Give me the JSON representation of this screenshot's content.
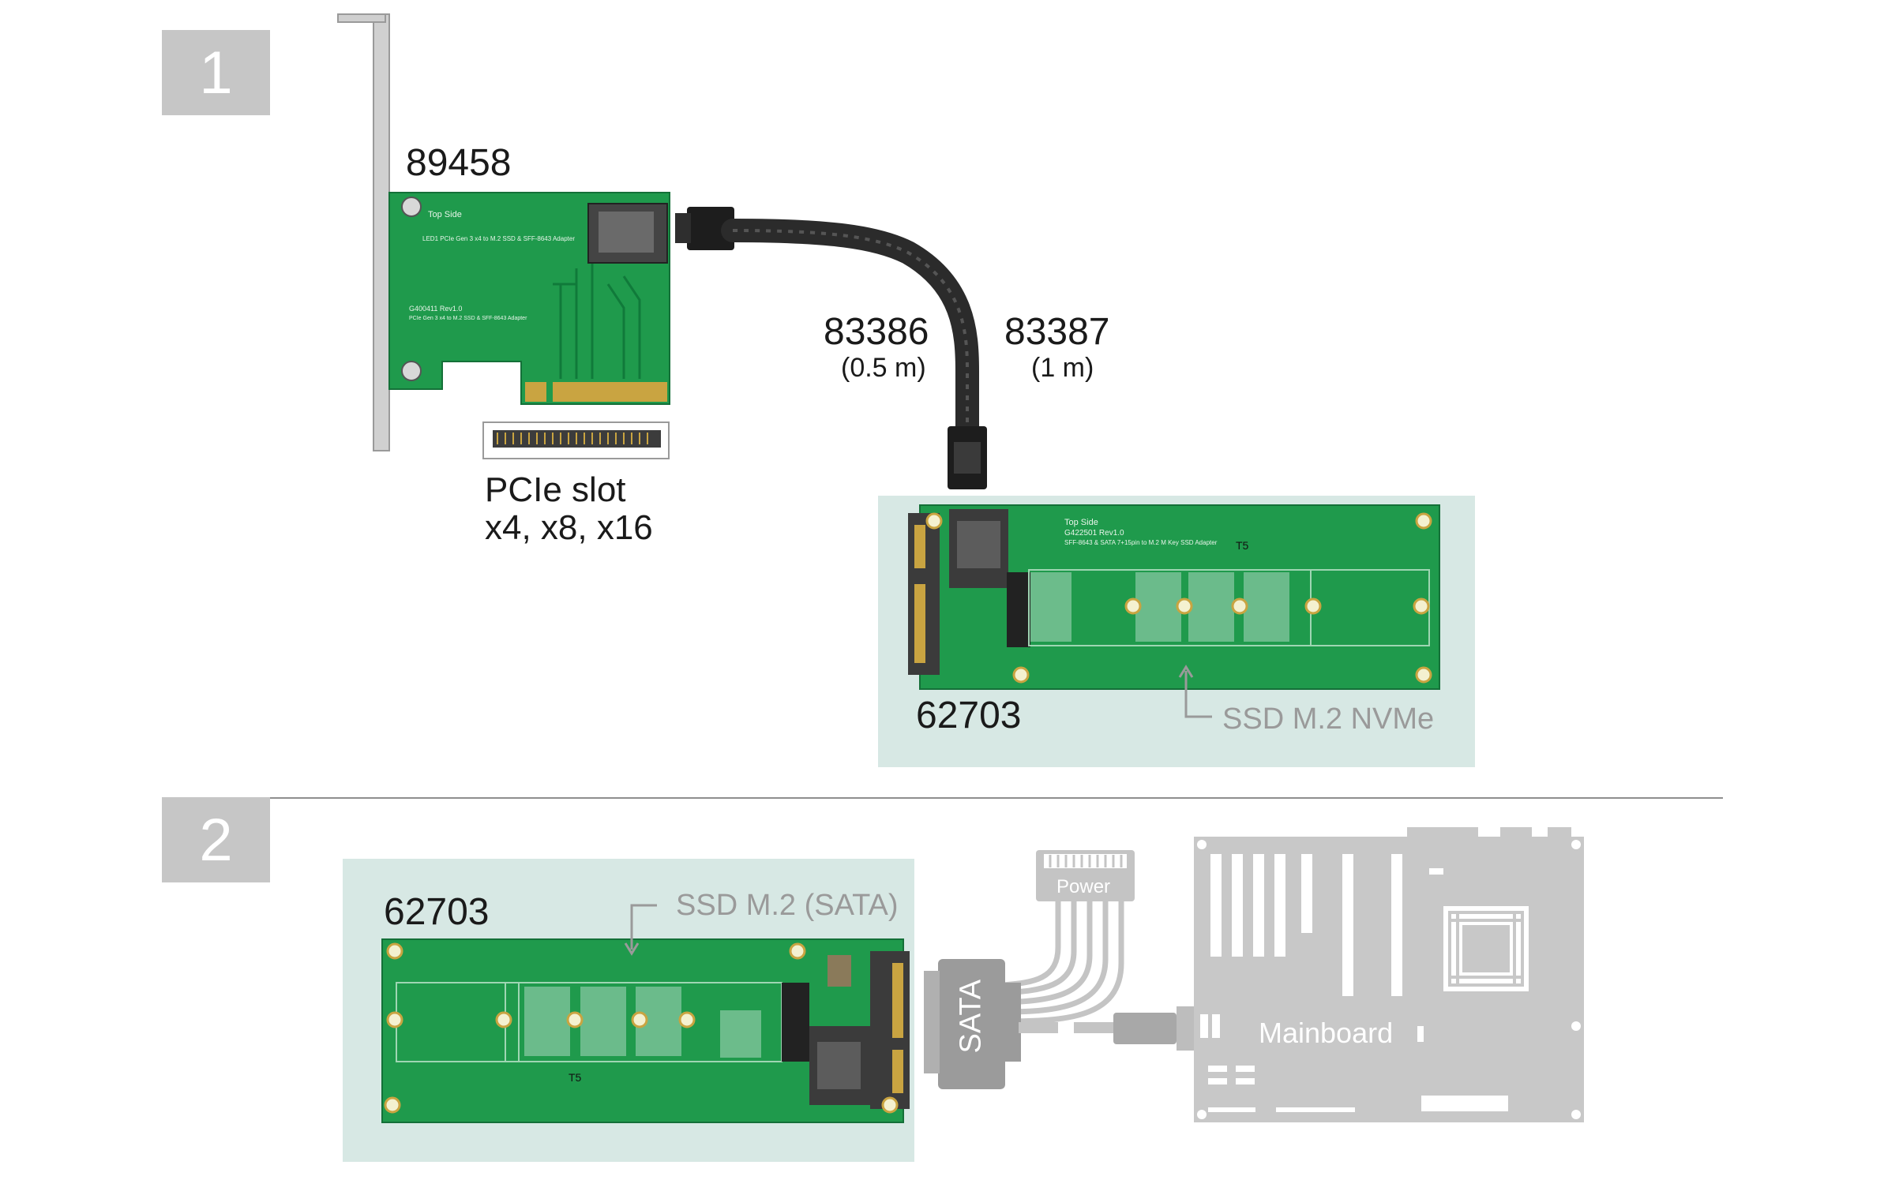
{
  "steps": {
    "step1": "1",
    "step2": "2"
  },
  "section1": {
    "adapter_pcie": "89458",
    "cable_short": {
      "id": "83386",
      "length": "(0.5 m)"
    },
    "cable_long": {
      "id": "83387",
      "length": "(1 m)"
    },
    "slot_label_line1": "PCIe slot",
    "slot_label_line2": "x4, x8, x16",
    "adapter_m2": "62703",
    "ssd_label": "SSD M.2 NVMe"
  },
  "section2": {
    "adapter_m2": "62703",
    "ssd_label": "SSD M.2 (SATA)",
    "power_label": "Power",
    "sata_label": "SATA",
    "mainboard_label": "Mainboard"
  },
  "colors": {
    "pcb_green": "#1f9a4c",
    "panel_bg": "#d7e8e4",
    "step_grey": "#c6c6c6",
    "mainboard_grey": "#c8c8c8",
    "cable_dark": "#2b2b2b"
  }
}
